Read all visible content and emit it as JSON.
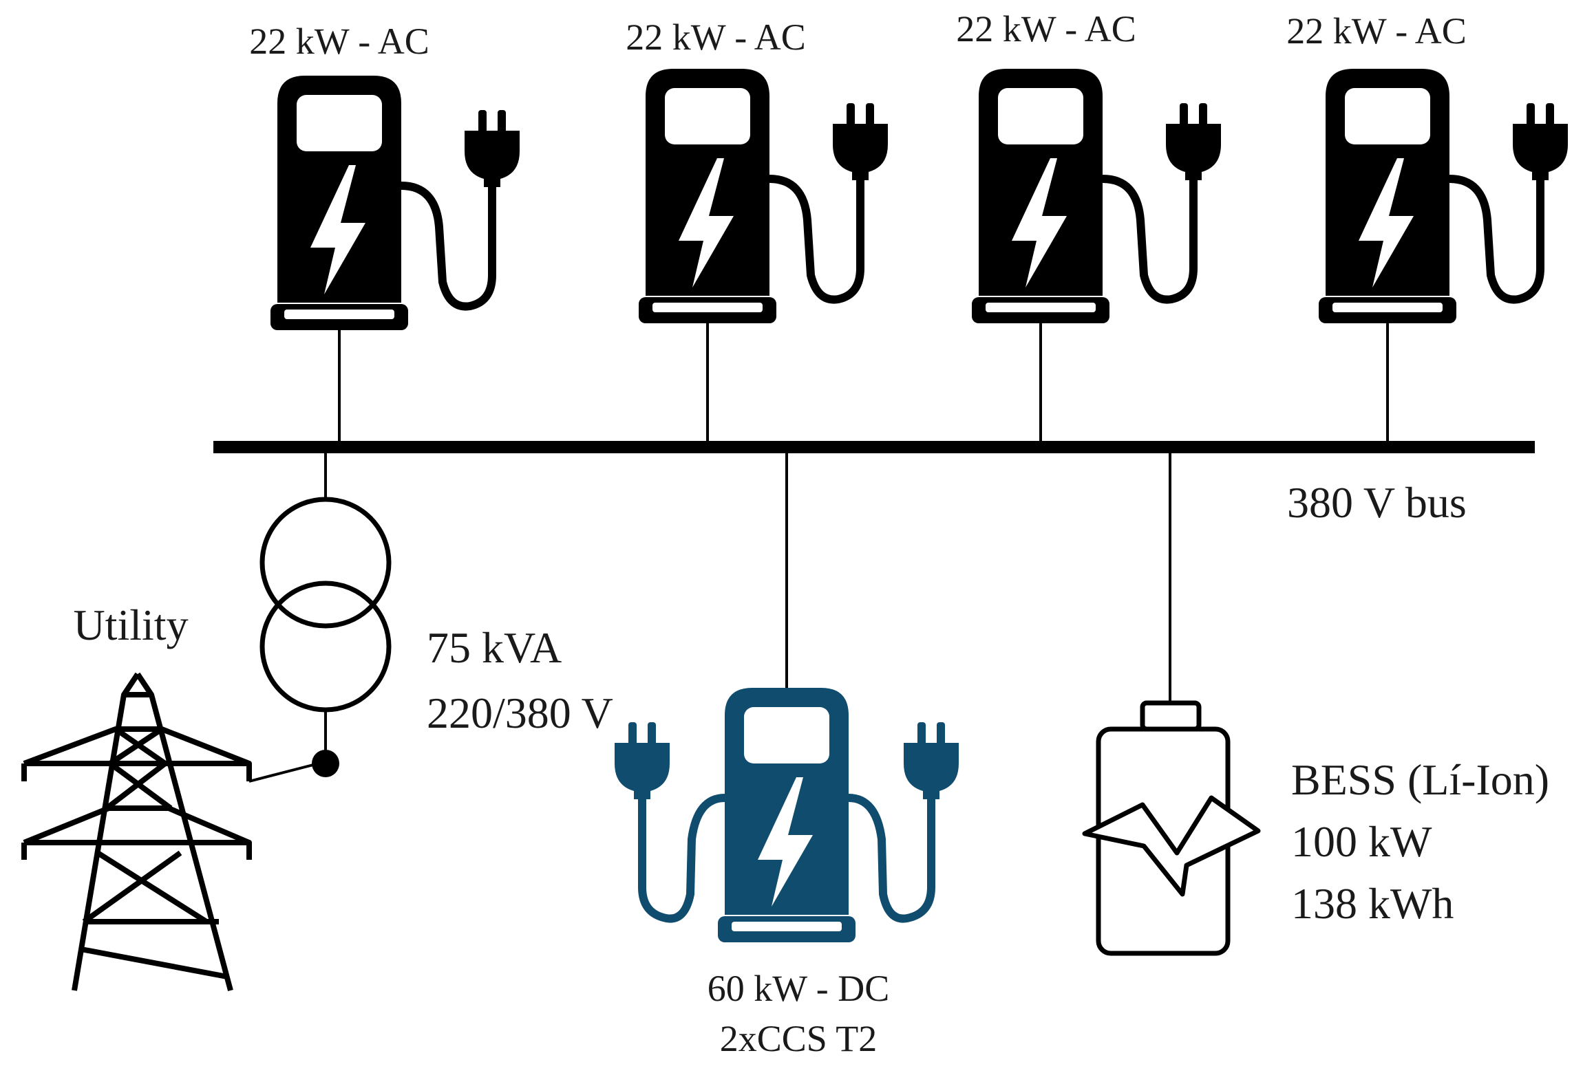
{
  "ac_chargers": [
    {
      "label": "22 kW - AC"
    },
    {
      "label": "22 kW - AC"
    },
    {
      "label": "22 kW - AC"
    },
    {
      "label": "22 kW - AC"
    }
  ],
  "bus": {
    "label": "380 V bus"
  },
  "utility": {
    "label": "Utility"
  },
  "transformer": {
    "rating": "75 kVA",
    "voltage": "220/380 V"
  },
  "dc_charger": {
    "rating": "60 kW - DC",
    "connectors": "2xCCS T2"
  },
  "bess": {
    "type": "BESS (Lí-Ion)",
    "power": "100 kW",
    "energy": "138 kWh"
  },
  "colors": {
    "ink": "#000000",
    "dc_charger": "#0f4c6e",
    "text": "#1a1a1a"
  },
  "icons": [
    "ac-charger-icon",
    "dc-charger-icon",
    "transmission-tower-icon",
    "transformer-symbol",
    "battery-icon"
  ]
}
